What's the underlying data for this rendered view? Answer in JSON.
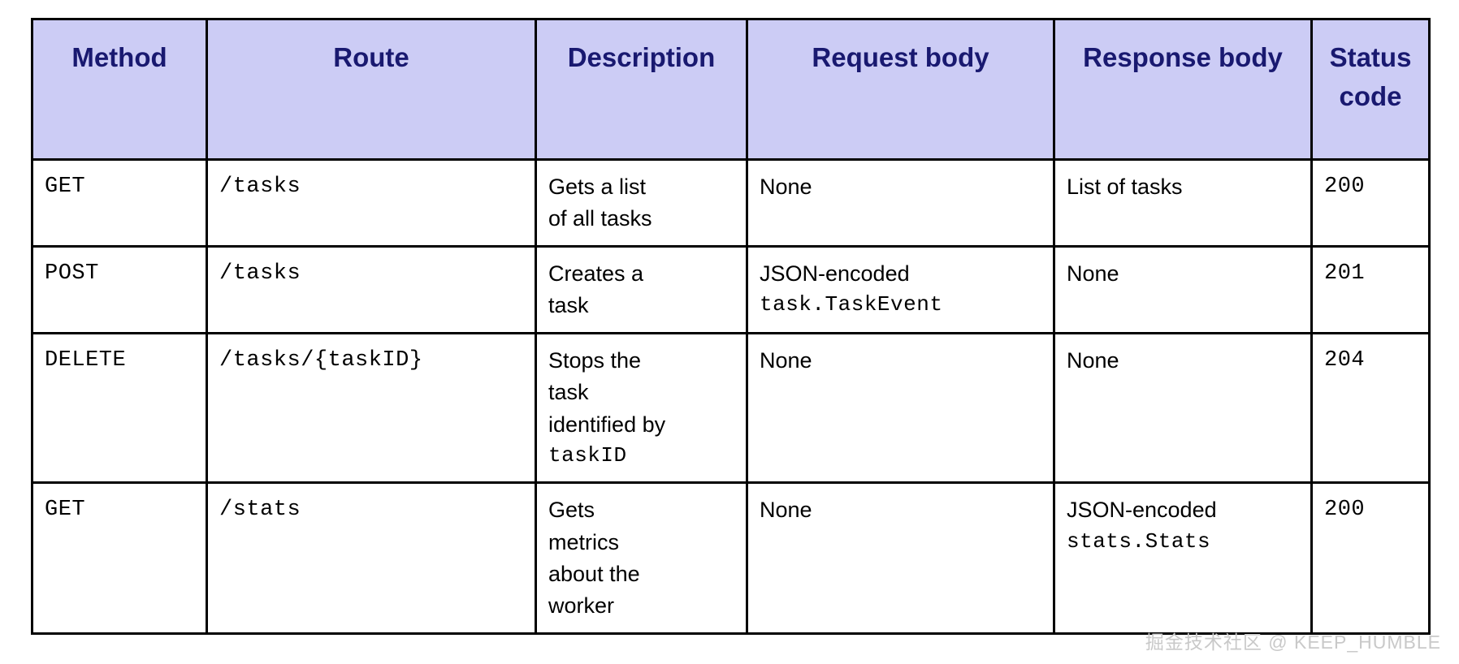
{
  "table": {
    "headers": [
      {
        "label": "Method"
      },
      {
        "label": "Route"
      },
      {
        "label": "Description"
      },
      {
        "label": "Request body"
      },
      {
        "label": "Response body"
      },
      {
        "label": "Status code"
      }
    ],
    "rows": [
      {
        "method": "GET",
        "route": "/tasks",
        "description_lines": [
          {
            "text": "Gets a list",
            "style": "sans"
          },
          {
            "text": "of all tasks",
            "style": "sans"
          }
        ],
        "request_body_lines": [
          {
            "text": "None",
            "style": "sans"
          }
        ],
        "response_body_lines": [
          {
            "text": "List of tasks",
            "style": "sans"
          }
        ],
        "status_code": "200"
      },
      {
        "method": "POST",
        "route": "/tasks",
        "description_lines": [
          {
            "text": "Creates a",
            "style": "sans"
          },
          {
            "text": "task",
            "style": "sans"
          }
        ],
        "request_body_lines": [
          {
            "text": "JSON-encoded",
            "style": "sans"
          },
          {
            "text": "task.TaskEvent",
            "style": "mono"
          }
        ],
        "response_body_lines": [
          {
            "text": "None",
            "style": "sans"
          }
        ],
        "status_code": "201"
      },
      {
        "method": "DELETE",
        "route": "/tasks/{taskID}",
        "description_lines": [
          {
            "text": "Stops the",
            "style": "sans"
          },
          {
            "text": "task",
            "style": "sans"
          },
          {
            "text": "identified by",
            "style": "sans"
          },
          {
            "text": "taskID",
            "style": "mono"
          }
        ],
        "request_body_lines": [
          {
            "text": "None",
            "style": "sans"
          }
        ],
        "response_body_lines": [
          {
            "text": "None",
            "style": "sans"
          }
        ],
        "status_code": "204"
      },
      {
        "method": "GET",
        "route": "/stats",
        "description_lines": [
          {
            "text": "Gets",
            "style": "sans"
          },
          {
            "text": "metrics",
            "style": "sans"
          },
          {
            "text": "about the",
            "style": "sans"
          },
          {
            "text": "worker",
            "style": "sans"
          }
        ],
        "request_body_lines": [
          {
            "text": "None",
            "style": "sans"
          }
        ],
        "response_body_lines": [
          {
            "text": "JSON-encoded",
            "style": "sans"
          },
          {
            "text": "stats.Stats",
            "style": "mono"
          }
        ],
        "status_code": "200"
      }
    ]
  },
  "watermark": {
    "text": "掘金技术社区 @ KEEP_HUMBLE"
  },
  "colors": {
    "header_background": "#ccccf5",
    "header_text": "#191970",
    "border": "#000000",
    "body_text": "#000000",
    "watermark_text": "#c9c9c9"
  }
}
